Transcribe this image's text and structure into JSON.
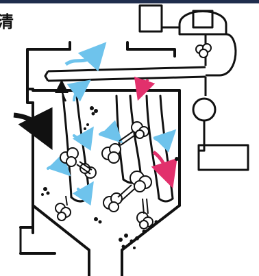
{
  "caption": {
    "text": "清"
  },
  "colors": {
    "top_bar": "#1f2d4d",
    "ink": "#111111",
    "air_flow": "#6ec3ec",
    "reverse_pulse": "#e2306c",
    "background": "#ffffff"
  },
  "icons": {
    "dirty_air_inlet": "curved-arrow",
    "clean_air_outlet": "wavy-arrow",
    "pulse_valve": "valve-symbol",
    "dust_puff": "cloud",
    "dust_particles": "dots"
  }
}
